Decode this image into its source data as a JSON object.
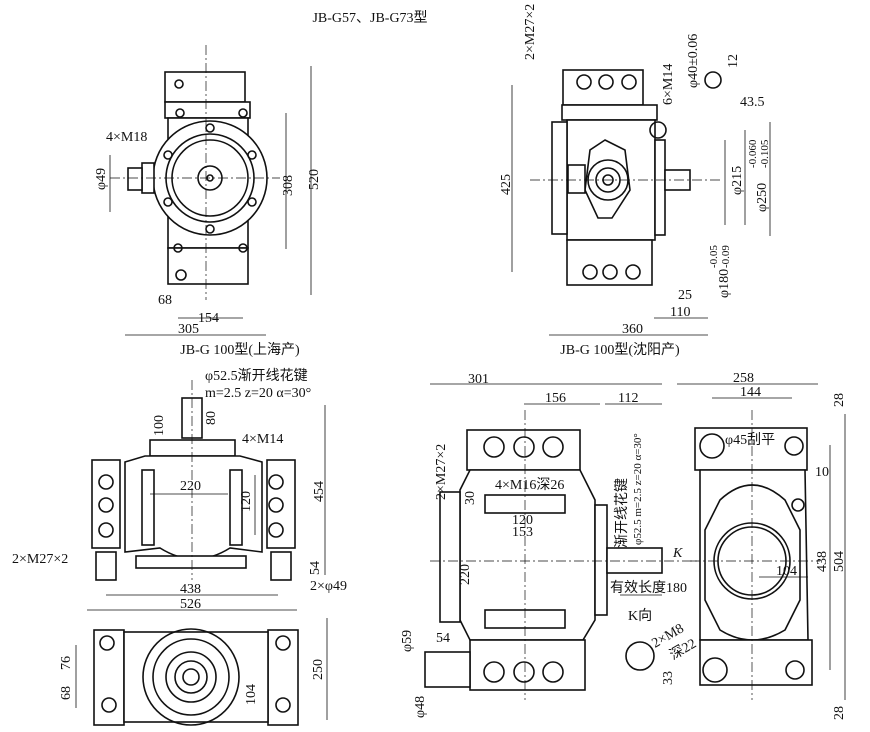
{
  "title": "JB-G57、JB-G73型",
  "views": {
    "shanghai": {
      "caption": "JB-G 100型(上海产)",
      "dims": {
        "bolts": "4×M18",
        "phi49": "φ49",
        "d308": "308",
        "d520": "520",
        "d68": "68",
        "d154": "154",
        "d305": "305"
      }
    },
    "shenyang": {
      "caption": "JB-G 100型(沈阳产)",
      "dims": {
        "thread": "2×M27×2",
        "bolts": "6×M14",
        "phi40": "φ40±0.06",
        "d12": "12",
        "d43_5": "43.5",
        "d425": "425",
        "phi215": "φ215",
        "phi250": "φ250",
        "phi250_tol_upper": "-0.060",
        "phi250_tol_lower": "-0.105",
        "phi180": "φ180",
        "phi180_tol_upper": "-0.05",
        "phi180_tol_lower": "-0.09",
        "d25": "25",
        "d110": "110",
        "d360": "360"
      }
    },
    "g57_front": {
      "dims": {
        "spline": "φ52.5渐开线花键",
        "spline_params": "m=2.5  z=20  α=30°",
        "d100": "100",
        "d80": "80",
        "bolts": "4×M14",
        "d220": "220",
        "d120": "120",
        "d454": "454",
        "thread": "2×M27×2",
        "d54": "54",
        "phi49": "2×φ49",
        "d438": "438",
        "d526": "526"
      }
    },
    "g57_bottom": {
      "dims": {
        "d76": "76",
        "d68": "68",
        "d104": "104",
        "d250": "250"
      }
    },
    "g73_side": {
      "dims": {
        "d301": "301",
        "d156": "156",
        "d112": "112",
        "thread": "2×M27×2",
        "bolts": "4×M16深26",
        "d30": "30",
        "d120": "120",
        "d153": "153",
        "d220": "220",
        "spline": "渐开线花键",
        "spline_params": "φ52.5  m=2.5  z=20  α=30°",
        "k": "K",
        "effective_length": "有效长度180",
        "k_view": "K向",
        "m8": "2×M8",
        "depth22": "深22",
        "d33": "33",
        "phi59": "φ59",
        "phi48": "φ48",
        "d54": "54"
      }
    },
    "g73_end": {
      "dims": {
        "d258": "258",
        "d144": "144",
        "phi45": "φ45刮平",
        "d10": "10",
        "d104": "104",
        "d438": "438",
        "d504": "504",
        "d28_top": "28",
        "d28_bottom": "28"
      }
    }
  }
}
